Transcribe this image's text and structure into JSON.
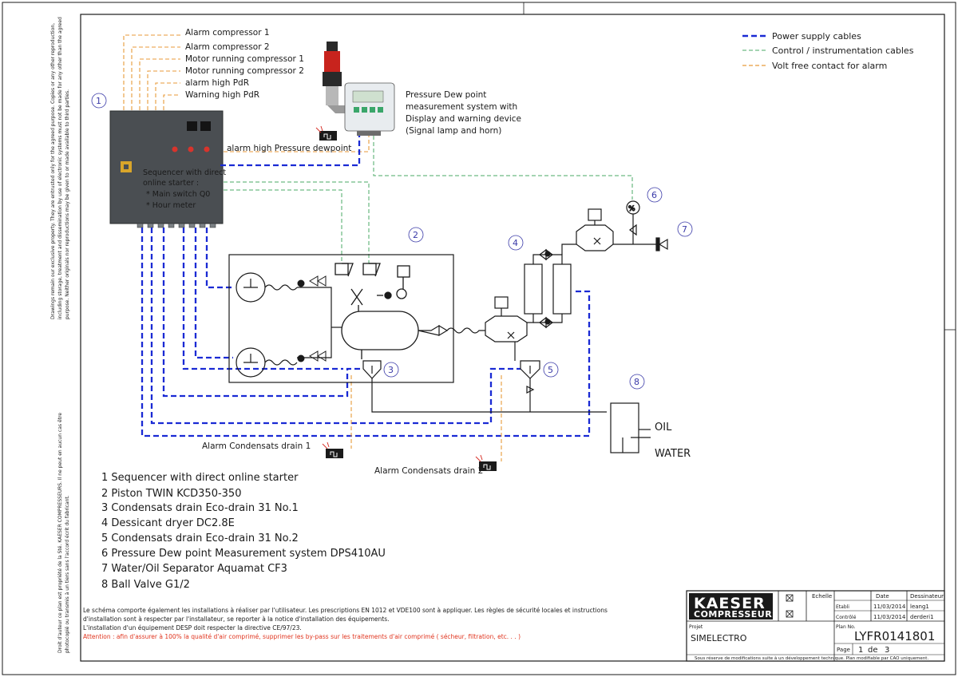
{
  "legend": {
    "power": "Power supply cables",
    "control": "Control / instrumentation cables",
    "volt_free": "Volt free contact for alarm",
    "colors": {
      "power": "#1a2ad4",
      "control": "#4aa865",
      "volt_free": "#e89a3a"
    }
  },
  "alarms": [
    "Alarm compressor 1",
    "Alarm compressor 2",
    "Motor running compressor 1",
    "Motor running compressor 2",
    "alarm high PdR",
    "Warning high PdR"
  ],
  "sequencer": {
    "line1": "Sequencer with direct",
    "line2": "online starter :",
    "line3": "* Main switch  Q0",
    "line4": "*  Hour meter"
  },
  "labels": {
    "alarm_dewpoint": "alarm high Pressure dewpoint",
    "pdp1": "Pressure Dew point",
    "pdp2": "measurement system with",
    "pdp3": "Display and warning device",
    "pdp4": "(Signal lamp and horn)",
    "cond1": "Alarm Condensats drain 1",
    "cond2": "Alarm Condensats drain 2",
    "oil": "OIL",
    "water": "WATER"
  },
  "numbers": [
    "1",
    "2",
    "3",
    "4",
    "5",
    "6",
    "7",
    "8"
  ],
  "components": [
    "1 Sequencer with direct online starter",
    "2 Piston TWIN KCD350-350",
    "3 Condensats drain Eco-drain 31 No.1",
    "4 Dessicant dryer DC2.8E",
    "5 Condensats drain Eco-drain 31 No.2",
    "6 Pressure Dew point Measurement system DPS410AU",
    "7 Water/Oil Separator Aquamat CF3",
    "8 Ball Valve G1/2"
  ],
  "notes": {
    "n1": "Le schéma comporte également les installations à réaliser par l'utilisateur. Les prescriptions EN 1012 et VDE100 sont à appliquer. Les règles de sécurité locales et instructions",
    "n2": "d'installation sont à respecter par l'installateur, se reporter à la notice d'installation des équipements.",
    "n3": "L'installation d'un équipement DESP doit respecter la directive CE/97/23.",
    "warning": "Attention : afin d'assurer à 100% la qualité d'air comprimé, supprimer les by-pass sur les traitements d'air comprimé ( sécheur, filtration, etc. . . )"
  },
  "side_text": {
    "right1": "Drawings remain our exclusive property. They are entrusted only for the agreed purpose. Copies or any other reproduction,",
    "right2": "including storage, treatment and dissemination by use of electronic systems must not be made for any other than the agreed",
    "right3": "purpose. Neither originals nor reproductions may be given to or made available to third parties.",
    "left1": "Droit d'auteur ce plan est propriété de la Sté. KAESER COMPRESSEURS. Il ne peut en aucun cas être",
    "left2": "photocopié ou transmis à un tiers sans l'accord écrit du fabricant."
  },
  "title_block": {
    "brand": "KAESER",
    "brand2": "COMPRESSEURS",
    "echelle": "Echelle",
    "date_h": "Date",
    "dessinateur_h": "Dessinateur",
    "etabli": "Etabli",
    "controle": "Contrôlé",
    "date1": "11/03/2014",
    "date2": "11/03/2014",
    "des1": "leang1",
    "des2": "derderi1",
    "projet_label": "Projet",
    "projet": "SIMELECTRO",
    "plan_label": "Plan No.",
    "plan": "LYFR0141801",
    "page_label": "Page",
    "page": "1",
    "de": "de",
    "pages": "3",
    "footer": "Sous réserve de modifications suite à un développement technique. Plan modifiable par CAO uniquement."
  }
}
